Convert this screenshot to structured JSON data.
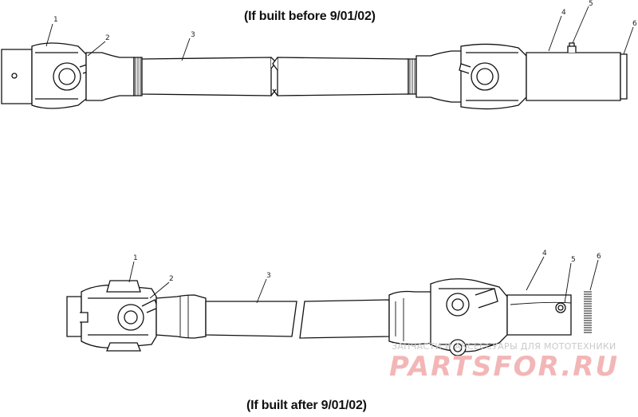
{
  "captions": {
    "top": "(If built before 9/01/02)",
    "bottom": "(If built after 9/01/02)"
  },
  "callouts_top": [
    "1",
    "2",
    "3",
    "4",
    "5",
    "6"
  ],
  "callouts_bottom": [
    "1",
    "2",
    "3",
    "4",
    "5",
    "6"
  ],
  "watermark": {
    "line1": "ЗАПЧАСТИ И АКСЕССУАРЫ ДЛЯ МОТОТЕХНИКИ",
    "line2": "PARTSFOR.RU"
  }
}
